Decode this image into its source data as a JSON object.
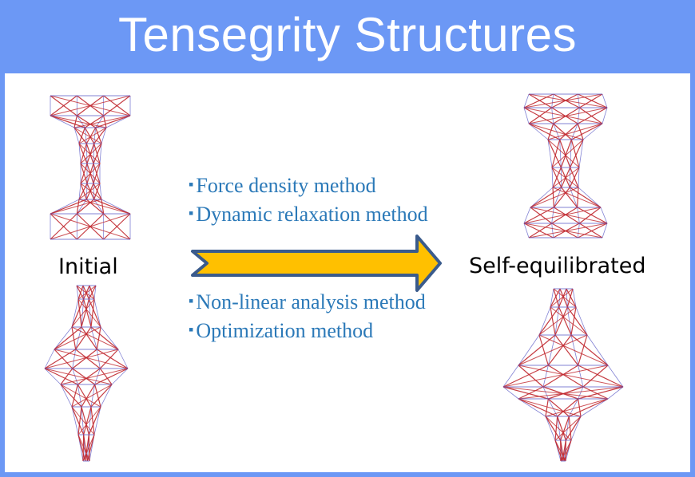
{
  "header": {
    "title": "Tensegrity Structures"
  },
  "states": {
    "initial": "Initial",
    "final": "Self-equilibrated"
  },
  "methods": [
    "Force density method",
    "Dynamic relaxation method",
    "Non-linear analysis method",
    "Optimization method"
  ],
  "bullet": "▪",
  "colors": {
    "banner": "#6c98f5",
    "method_text": "#2b79b8",
    "arrow_fill": "#ffc000",
    "arrow_stroke": "#3a5b8c",
    "strut": "#c0272d",
    "cable": "#6060c8"
  }
}
